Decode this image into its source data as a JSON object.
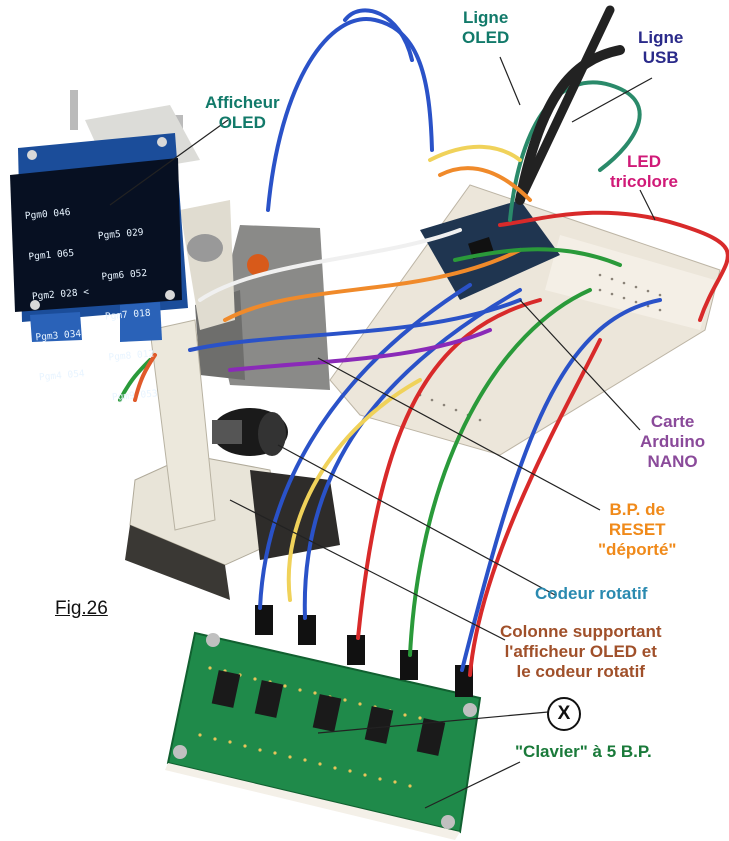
{
  "figure_label": "Fig.26",
  "oled_display": {
    "left_column": [
      "Pgm0 046",
      "Pgm1 065",
      "Pgm2 028 <",
      "Pgm3 034",
      "Pgm4 054"
    ],
    "right_column": [
      "Pgm5 029",
      "Pgm6 052",
      "Pgm7 018",
      "Pgm8 012",
      "Pgm9 053"
    ]
  },
  "labels": {
    "ligne_oled": [
      "Ligne",
      "OLED"
    ],
    "ligne_usb": [
      "Ligne",
      "USB"
    ],
    "afficheur_oled": [
      "Afficheur",
      "OLED"
    ],
    "led_tricolore": [
      "LED",
      "tricolore"
    ],
    "carte_arduino": [
      "Carte",
      "Arduino",
      "NANO"
    ],
    "bp_reset": [
      "B.P. de",
      "RESET",
      "\"déporté\""
    ],
    "codeur_rotatif": [
      "Codeur rotatif"
    ],
    "colonne": [
      "Colonne supportant",
      "l'afficheur OLED et",
      "le codeur rotatif"
    ],
    "x_marker": "X",
    "clavier": [
      "\"Clavier\" à 5 B.P."
    ]
  },
  "colors": {
    "ligne_oled": "#127a6a",
    "ligne_usb": "#2a2a8a",
    "afficheur_oled": "#127a6a",
    "led_tricolore": "#d01a78",
    "carte_arduino": "#8a4a9a",
    "bp_reset": "#f08a1a",
    "codeur_rotatif": "#2a8ab0",
    "colonne": "#a0502a",
    "clavier": "#1a7a3a"
  }
}
